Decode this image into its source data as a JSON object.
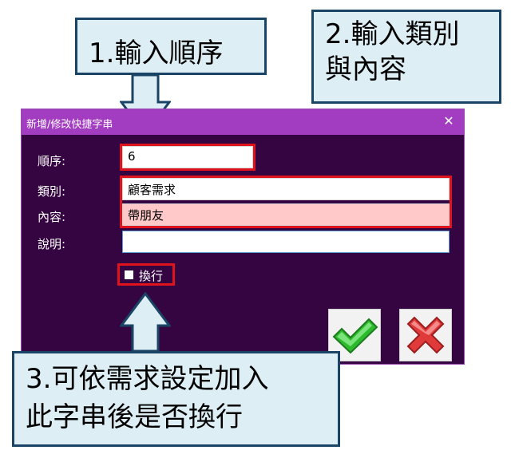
{
  "callouts": {
    "step1": "1.輸入順序",
    "step2_line1": "2.輸入類別",
    "step2_line2": "與內容",
    "step3_line1": "3.可依需求設定加入",
    "step3_line2": "此字串後是否換行"
  },
  "dialog": {
    "title": "新增/修改快捷字串",
    "close_glyph": "✕",
    "fields": {
      "order_label": "順序:",
      "order_value": "6",
      "category_label": "類別:",
      "category_value": "顧客需求",
      "content_label": "內容:",
      "content_value": "帶朋友",
      "description_label": "說明:",
      "description_value": ""
    },
    "newline_checkbox": {
      "label": "換行",
      "checked": false
    },
    "ok_icon": "check-icon",
    "cancel_icon": "x-icon"
  },
  "colors": {
    "dialog_bg": "#350541",
    "titlebar": "#a23cc0",
    "highlight": "#e0121b",
    "content_field_bg": "#ffc9c9",
    "callout_bg": "#ddeef5",
    "callout_border": "#1a4466",
    "ok_green": "#2dbb2d",
    "cancel_red": "#e03a3a"
  }
}
